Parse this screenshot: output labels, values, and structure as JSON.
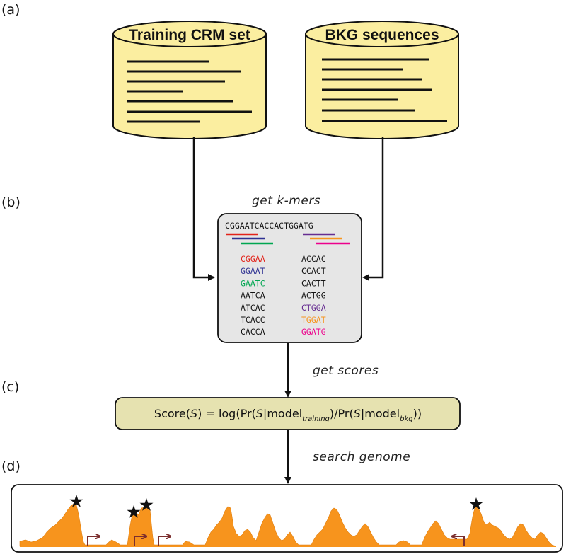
{
  "panel_labels": {
    "a": "(a)",
    "b": "(b)",
    "c": "(c)",
    "d": "(d)"
  },
  "databases": {
    "training": {
      "title": "Training CRM set"
    },
    "background": {
      "title": "BKG sequences"
    }
  },
  "steps": {
    "get_kmers": "get k-mers",
    "get_scores": "get scores",
    "search_genome": "search genome"
  },
  "kmer_box": {
    "sequence": "CGGAATCACCACTGGATG",
    "left_column": [
      "CGGAA",
      "GGAAT",
      "GAATC",
      "AATCA",
      "ATCAC",
      "TCACC",
      "CACCA"
    ],
    "right_column": [
      "ACCAC",
      "CCACT",
      "CACTT",
      "ACTGG",
      "CTGGA",
      "TGGAT",
      "GGATG"
    ],
    "highlight_colors": {
      "CGGAA": "#e2231a",
      "GGAAT": "#2e3192",
      "GAATC": "#00a651",
      "CTGGA": "#662d91",
      "TGGAT": "#f7941d",
      "GGATG": "#ec008c"
    }
  },
  "score_formula": {
    "prefix": "Score(",
    "s1": "S",
    "eq": ") = log(Pr(",
    "s2": "S",
    "mid1": "|model",
    "sub1": "training",
    "mid2": ")/Pr(",
    "s3": "S",
    "mid3": "|model",
    "sub2": "bkg",
    "suffix": "))"
  },
  "colors": {
    "db_fill": "#fbeea0",
    "kmer_box_fill": "#e6e6e6",
    "score_box_fill": "#e6e2b0",
    "signal": "#f7941d",
    "arrow_gene": "#7b2e2e",
    "text": "#111111"
  }
}
